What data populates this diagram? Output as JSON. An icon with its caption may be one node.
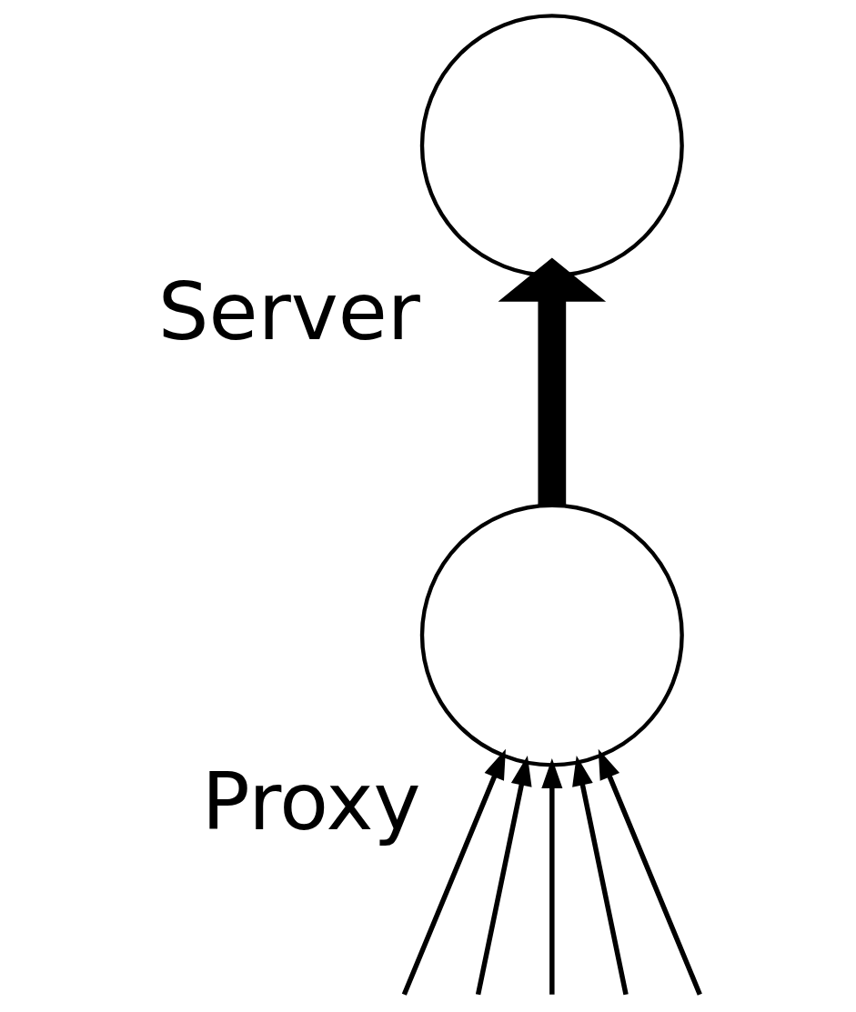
{
  "diagram": {
    "nodes": [
      {
        "text": [],
        "shape": "circle",
        "beside": [
          "Server"
        ]
      },
      {
        "text": [],
        "shape": "circle",
        "beside": [
          "Proxy"
        ]
      }
    ],
    "edges": [
      {
        "from": 1,
        "to": 0,
        "arrow": "to",
        "style": "thick"
      },
      {
        "from": null,
        "to": 1,
        "arrow": "to"
      },
      {
        "from": null,
        "to": 1,
        "arrow": "to"
      },
      {
        "from": null,
        "to": 1,
        "arrow": "to"
      },
      {
        "from": null,
        "to": 1,
        "arrow": "to"
      },
      {
        "from": null,
        "to": 1,
        "arrow": "to"
      }
    ]
  }
}
